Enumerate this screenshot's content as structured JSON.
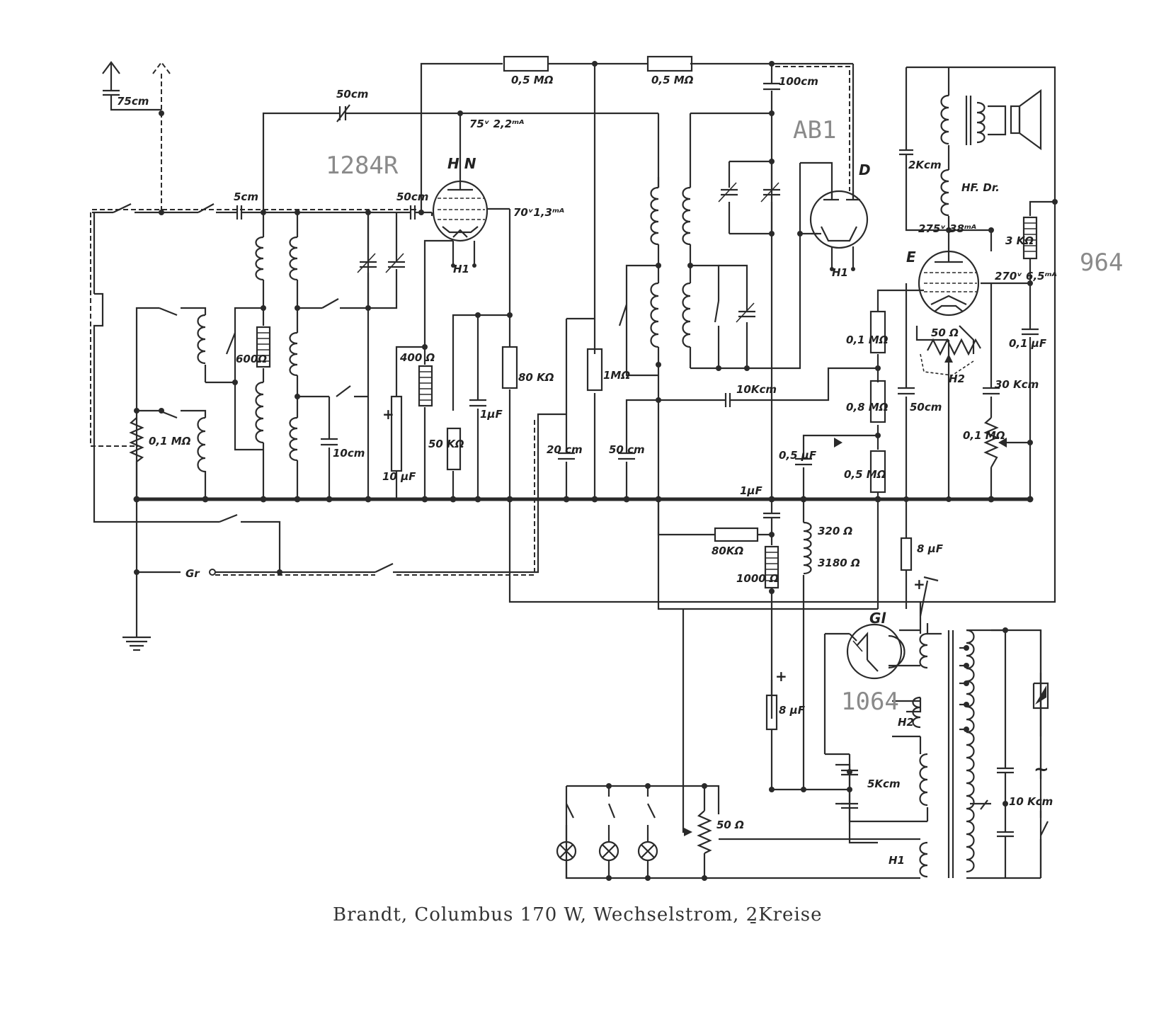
{
  "caption": "Brandt, Columbus 170 W, Wechselstrom, 2̱Kreise",
  "stamps": {
    "tube_1": "1284R",
    "tube_2": "AB1",
    "tube_3": "964",
    "tube_4": "1064"
  },
  "tube_letters": {
    "hn": "H N",
    "d": "D",
    "e": "E",
    "gl": "Gl",
    "h1a": "H1",
    "h1b": "H1",
    "h1c": "H1",
    "h2a": "H2",
    "h2b": "H2"
  },
  "labels": {
    "r_05m_a": "0,5 MΩ",
    "r_05m_b": "0,5 MΩ",
    "c_100cm": "100cm",
    "c_75cm": "75cm",
    "c_50cm_top": "50cm",
    "v_75": "75ᵛ 2,2ᵐᴬ",
    "c_5cm": "5cm",
    "c_50cm_grid": "50cm",
    "v_70": "70ᵛ1,3ᵐᴬ",
    "r_600": "600Ω",
    "r_400": "400 Ω",
    "r_80k": "80 KΩ",
    "r_1m": "1MΩ",
    "c_10k": "10Kcm",
    "c_10cm": "10cm",
    "c_10uf": "10 μF",
    "c_1uf_a": "1μF",
    "r_50k": "50 KΩ",
    "c_20cm": "20 cm",
    "c_50cm_mid": "50 cm",
    "r_01m_left": "0,1 MΩ",
    "gr": "Gr",
    "c_2k": "2Kcm",
    "hf_dr": "HF. Dr.",
    "v_275": "275ᵛ 38ᵐᴬ",
    "r_3k": "3 KΩ",
    "v_270": "270ᵛ 6,5ᵐᴬ",
    "c_01uf": "0,1 μF",
    "r_01m_e": "0,1 MΩ",
    "r_50ohm": "50 Ω",
    "r_08m": "0,8 MΩ",
    "c_50cm_e": "50cm",
    "c_30k": "30 Kcm",
    "r_01m_right": "0,1 MΩ",
    "c_05uf": "0,5 μF",
    "r_05m_c": "0,5 MΩ",
    "c_1uf_b": "1μF",
    "r_320": "320 Ω",
    "r_3180": "3180 Ω",
    "r_80k_b": "80KΩ",
    "r_1000": "1000 Ω",
    "c_8uf_a": "8 μF",
    "c_8uf_b": "8 μF",
    "c_5k": "5Kcm",
    "c_10k_b": "10 Kcm",
    "r_50_pot": "50 Ω",
    "plus_a": "+",
    "plus_b": "+",
    "plus_c": "+",
    "ac": "~"
  }
}
